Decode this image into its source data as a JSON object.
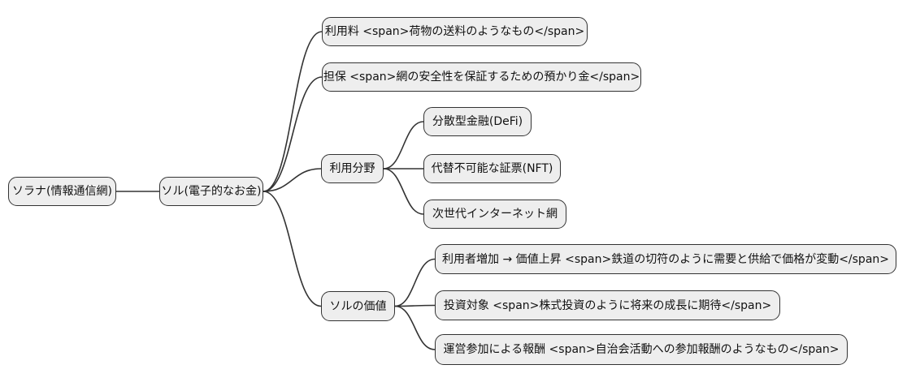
{
  "diagram": {
    "type": "mindmap",
    "background": "#ffffff",
    "node_fill": "#eeeeee",
    "node_border": "#333333",
    "line_color": "#333333",
    "text_color": "#111111",
    "nodes": [
      {
        "id": "solana",
        "label": "ソラナ(情報通信網)"
      },
      {
        "id": "sol",
        "parent": "solana",
        "label": "ソル(電子的なお金)"
      },
      {
        "id": "fee",
        "parent": "sol",
        "label": "利用料 <span>荷物の送料のようなもの</span>"
      },
      {
        "id": "collateral",
        "parent": "sol",
        "label": "担保 <span>網の安全性を保証するための預かり金</span>"
      },
      {
        "id": "fields",
        "parent": "sol",
        "label": "利用分野"
      },
      {
        "id": "defi",
        "parent": "fields",
        "label": "分散型金融(DeFi)"
      },
      {
        "id": "nft",
        "parent": "fields",
        "label": "代替不可能な証票(NFT)"
      },
      {
        "id": "web3",
        "parent": "fields",
        "label": "次世代インターネット網"
      },
      {
        "id": "value",
        "parent": "sol",
        "label": "ソルの価値"
      },
      {
        "id": "demand",
        "parent": "value",
        "label": "利用者増加 → 価値上昇 <span>鉄道の切符のように需要と供給で価格が変動</span>"
      },
      {
        "id": "invest",
        "parent": "value",
        "label": "投資対象 <span>株式投資のように将来の成長に期待</span>"
      },
      {
        "id": "reward",
        "parent": "value",
        "label": "運営参加による報酬 <span>自治会活動への参加報酬のようなもの</span>"
      }
    ]
  }
}
